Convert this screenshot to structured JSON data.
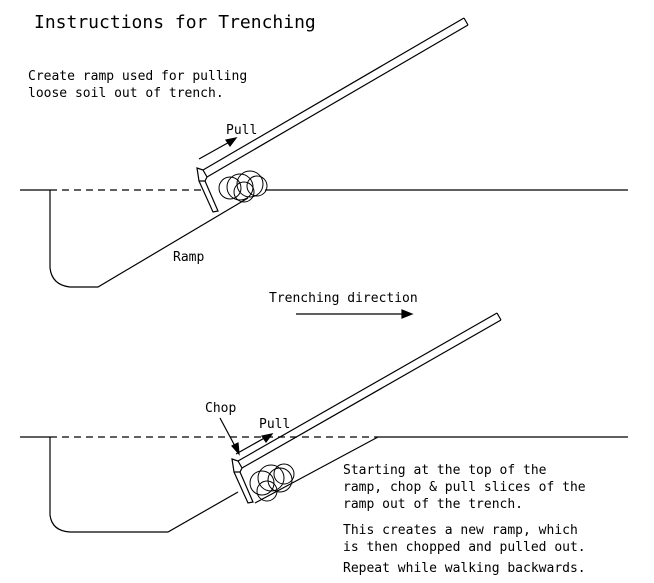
{
  "title": "Instructions for Trenching",
  "intro": [
    "Create ramp used for pulling",
    "loose soil out of trench."
  ],
  "labels": {
    "pull_top": "Pull",
    "ramp": "Ramp",
    "direction": "Trenching direction",
    "chop": "Chop",
    "pull_bottom": "Pull"
  },
  "notes": [
    "Starting at the top of the",
    "ramp, chop & pull slices of the",
    "ramp out of the trench.",
    "This creates a new ramp, which",
    "is then chopped and pulled out.",
    "Repeat while walking backwards."
  ]
}
